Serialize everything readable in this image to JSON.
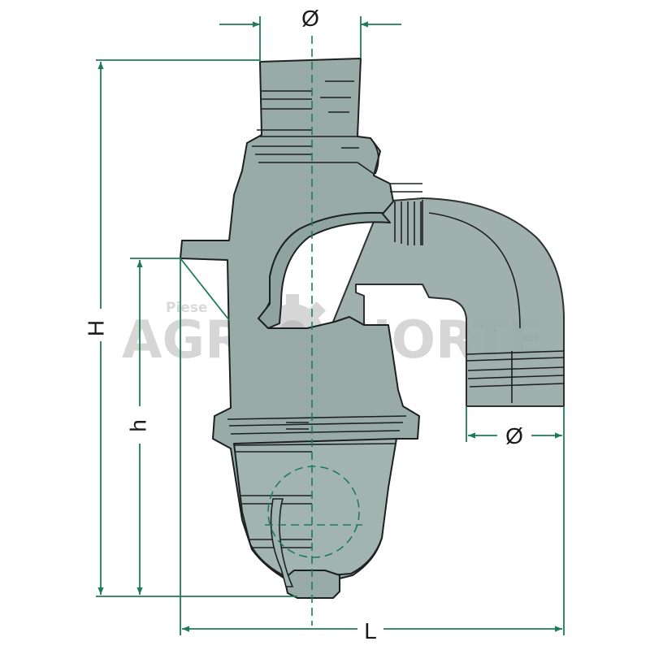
{
  "dimensions": {
    "top_diameter": "Ø",
    "side_diameter": "Ø",
    "total_height": "H",
    "partial_height": "h",
    "length": "L"
  },
  "watermark": {
    "small_text": "Piese",
    "left_text": "AGRI",
    "right_text": "NORTE"
  },
  "colors": {
    "body_fill": "#98aba7",
    "body_dark": "#6f8581",
    "outline": "#1d2020",
    "dimension_line": "#1e7d55",
    "arrowhead": "#1e7d55",
    "center_line": "#1e7d55",
    "watermark": "#d4d4d4"
  }
}
